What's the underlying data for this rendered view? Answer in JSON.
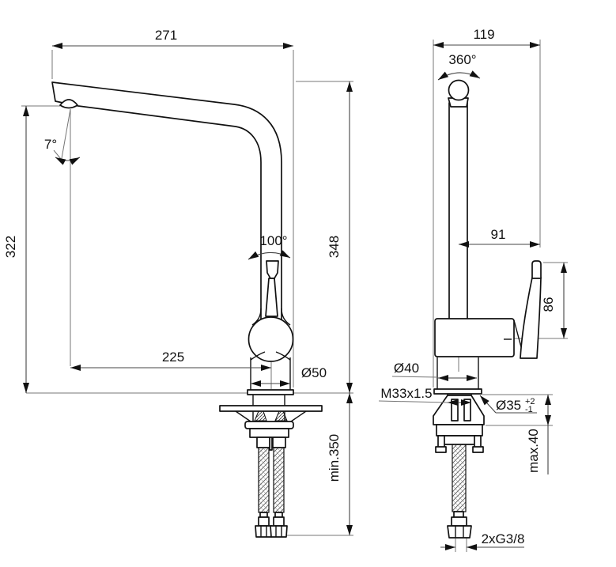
{
  "drawing": {
    "side_view": {
      "dim_spout_reach": "271",
      "dim_spout_angle": "7°",
      "dim_height_to_outlet": "322",
      "dim_outlet_projection": "225",
      "dim_handle_angle": "100°",
      "dim_total_height": "348",
      "dim_base_diameter": "Ø50",
      "dim_min_clearance": "min.350"
    },
    "front_view": {
      "dim_width": "119",
      "dim_swivel_angle": "360°",
      "dim_handle_offset": "91",
      "dim_handle_height": "86",
      "dim_body_diameter": "Ø40",
      "dim_thread": "M33x1.5",
      "dim_hole_diameter": "Ø35",
      "dim_hole_tol_upper": "+2",
      "dim_hole_tol_lower": "-1",
      "dim_max_deck_thickness": "max.40",
      "dim_hose_connection": "2xG3/8"
    }
  }
}
